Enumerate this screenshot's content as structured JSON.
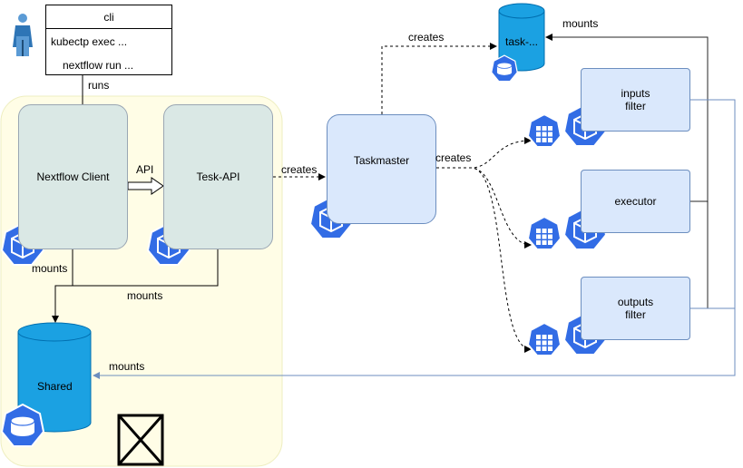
{
  "cli": {
    "title": "cli",
    "line1": "kubectp exec ...",
    "line2": "nextflow run ..."
  },
  "nodes": {
    "nextflow_client": "Nextflow Client",
    "tesk_api": "Tesk-API",
    "taskmaster": "Taskmaster",
    "task_db": "task-...",
    "shared": "Shared",
    "inputs_filter": "inputs\nfilter",
    "executor": "executor",
    "outputs_filter": "outputs\nfilter"
  },
  "edges": {
    "runs": "runs",
    "api": "API",
    "creates_1": "creates",
    "creates_2": "creates",
    "creates_3": "creates",
    "mounts_client": "mounts",
    "mounts_api": "mounts",
    "mounts_shared": "mounts",
    "mounts_task": "mounts"
  },
  "colors": {
    "region_fill": "#fffde6",
    "region_stroke": "#eeeec0",
    "cylinder_fill": "#1ba1e2",
    "cylinder_stroke": "#006eaf",
    "k8s_blue": "#326ce5",
    "line_blue": "#6c8ebf"
  },
  "icons": [
    "user-icon",
    "kubernetes-pod-icon",
    "kubernetes-volume-icon",
    "kubernetes-job-icon",
    "cross-box-icon"
  ]
}
